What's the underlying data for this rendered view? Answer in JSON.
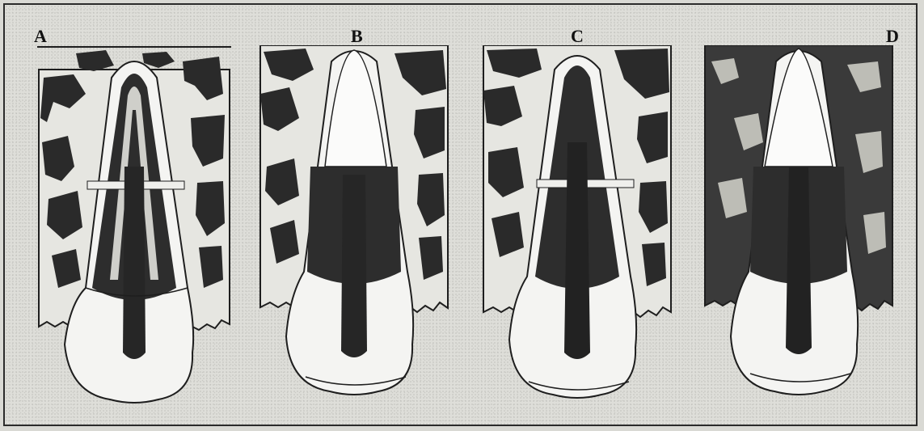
{
  "panels": [
    {
      "id": "A",
      "label": "A"
    },
    {
      "id": "B",
      "label": "B"
    },
    {
      "id": "C",
      "label": "C"
    },
    {
      "id": "D",
      "label": "D"
    }
  ],
  "colors": {
    "ink": "#1e1e1e",
    "bone_dark": "#2a2a2a",
    "background": "#deded9",
    "tooth_fill": "#f4f4f2",
    "pulp": "#222222"
  }
}
